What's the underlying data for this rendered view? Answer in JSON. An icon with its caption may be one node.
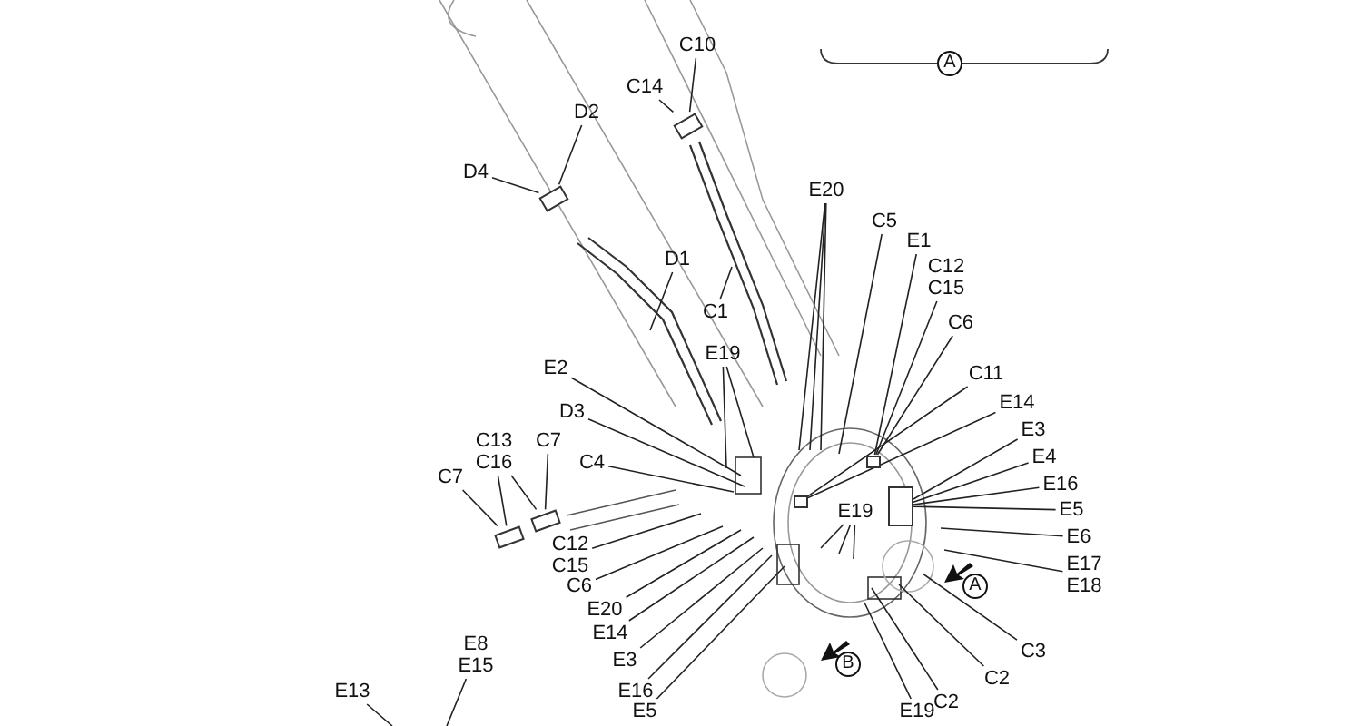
{
  "diagram": {
    "nodes": [
      {
        "text": [
          "C10"
        ]
      },
      {
        "text": [
          "C14"
        ]
      },
      {
        "text": [
          "D2"
        ]
      },
      {
        "text": [
          "D4"
        ]
      },
      {
        "text": [
          "E20"
        ]
      },
      {
        "text": [
          "C5"
        ]
      },
      {
        "text": [
          "E1"
        ]
      },
      {
        "text": [
          "C12",
          "C15"
        ]
      },
      {
        "text": [
          "D1"
        ]
      },
      {
        "text": [
          "C1"
        ]
      },
      {
        "text": [
          "C6"
        ]
      },
      {
        "text": [
          "E19"
        ]
      },
      {
        "text": [
          "E2"
        ]
      },
      {
        "text": [
          "C11"
        ]
      },
      {
        "text": [
          "E14"
        ]
      },
      {
        "text": [
          "D3"
        ]
      },
      {
        "text": [
          "E3"
        ]
      },
      {
        "text": [
          "C13",
          "C16"
        ]
      },
      {
        "text": [
          "C7"
        ]
      },
      {
        "text": [
          "C4"
        ]
      },
      {
        "text": [
          "E4"
        ]
      },
      {
        "text": [
          "C7"
        ]
      },
      {
        "text": [
          "E16"
        ]
      },
      {
        "text": [
          "E19"
        ]
      },
      {
        "text": [
          "E5"
        ]
      },
      {
        "text": [
          "E6"
        ]
      },
      {
        "text": [
          "C12",
          "C15"
        ]
      },
      {
        "text": [
          "E17",
          "E18"
        ]
      },
      {
        "text": [
          "C6"
        ]
      },
      {
        "text": [
          "E20"
        ]
      },
      {
        "text": [
          "E14"
        ]
      },
      {
        "text": [
          "E8",
          "E15"
        ]
      },
      {
        "text": [
          "C3"
        ]
      },
      {
        "text": [
          "E3"
        ]
      },
      {
        "text": [
          "C2"
        ]
      },
      {
        "text": [
          "E16"
        ]
      },
      {
        "text": [
          "E13"
        ]
      },
      {
        "text": [
          "C2"
        ]
      },
      {
        "text": [
          "E19"
        ]
      },
      {
        "text": [
          "E5"
        ]
      },
      {
        "text": [],
        "shape": "box"
      },
      {
        "text": [],
        "shape": "box"
      },
      {
        "text": [],
        "shape": "box"
      },
      {
        "text": [],
        "shape": "box"
      },
      {
        "text": [],
        "shape": "box"
      },
      {
        "text": [],
        "shape": "box"
      },
      {
        "text": [],
        "shape": "box"
      }
    ],
    "edges": [
      {
        "from": 0,
        "to": 40,
        "arrow": "none"
      },
      {
        "from": 1,
        "to": 40,
        "arrow": "none"
      },
      {
        "from": 2,
        "to": 41,
        "arrow": "none"
      },
      {
        "from": 3,
        "to": 41,
        "arrow": "none"
      },
      {
        "from": 4,
        "to": null,
        "arrow": "none"
      },
      {
        "from": 4,
        "to": null,
        "arrow": "none"
      },
      {
        "from": 4,
        "to": null,
        "arrow": "none"
      },
      {
        "from": 5,
        "to": null,
        "arrow": "none"
      },
      {
        "from": 6,
        "to": 42,
        "arrow": "none"
      },
      {
        "from": 7,
        "to": 42,
        "arrow": "none"
      },
      {
        "from": 8,
        "to": null,
        "arrow": "none"
      },
      {
        "from": 9,
        "to": null,
        "arrow": "none"
      },
      {
        "from": 10,
        "to": 42,
        "arrow": "none"
      },
      {
        "from": 11,
        "to": null,
        "arrow": "none"
      },
      {
        "from": 11,
        "to": null,
        "arrow": "none"
      },
      {
        "from": 12,
        "to": null,
        "arrow": "none"
      },
      {
        "from": 13,
        "to": 43,
        "arrow": "none"
      },
      {
        "from": 14,
        "to": 43,
        "arrow": "none"
      },
      {
        "from": 15,
        "to": null,
        "arrow": "none"
      },
      {
        "from": 16,
        "to": 44,
        "arrow": "none"
      },
      {
        "from": 17,
        "to": 46,
        "arrow": "none"
      },
      {
        "from": 17,
        "to": 45,
        "arrow": "none"
      },
      {
        "from": 18,
        "to": 45,
        "arrow": "none"
      },
      {
        "from": 19,
        "to": null,
        "arrow": "none"
      },
      {
        "from": 20,
        "to": 44,
        "arrow": "none"
      },
      {
        "from": 21,
        "to": 46,
        "arrow": "none"
      },
      {
        "from": 22,
        "to": 44,
        "arrow": "none"
      },
      {
        "from": 23,
        "to": null,
        "arrow": "none"
      },
      {
        "from": 23,
        "to": null,
        "arrow": "none"
      },
      {
        "from": 23,
        "to": null,
        "arrow": "none"
      },
      {
        "from": 24,
        "to": 44,
        "arrow": "none"
      },
      {
        "from": 25,
        "to": null,
        "arrow": "none"
      },
      {
        "from": 26,
        "to": null,
        "arrow": "none"
      },
      {
        "from": 27,
        "to": null,
        "arrow": "none"
      },
      {
        "from": 28,
        "to": null,
        "arrow": "none"
      },
      {
        "from": 29,
        "to": null,
        "arrow": "none"
      },
      {
        "from": 30,
        "to": null,
        "arrow": "none"
      },
      {
        "from": 31,
        "to": null,
        "arrow": "none"
      },
      {
        "from": 32,
        "to": null,
        "arrow": "none"
      },
      {
        "from": 33,
        "to": null,
        "arrow": "none"
      },
      {
        "from": 34,
        "to": null,
        "arrow": "none"
      },
      {
        "from": 35,
        "to": null,
        "arrow": "none"
      },
      {
        "from": 36,
        "to": null,
        "arrow": "none"
      },
      {
        "from": 37,
        "to": null,
        "arrow": "none"
      },
      {
        "from": 38,
        "to": null,
        "arrow": "none"
      },
      {
        "from": 39,
        "to": null,
        "arrow": "none"
      }
    ],
    "labels": [
      "A",
      "A",
      "B"
    ]
  }
}
